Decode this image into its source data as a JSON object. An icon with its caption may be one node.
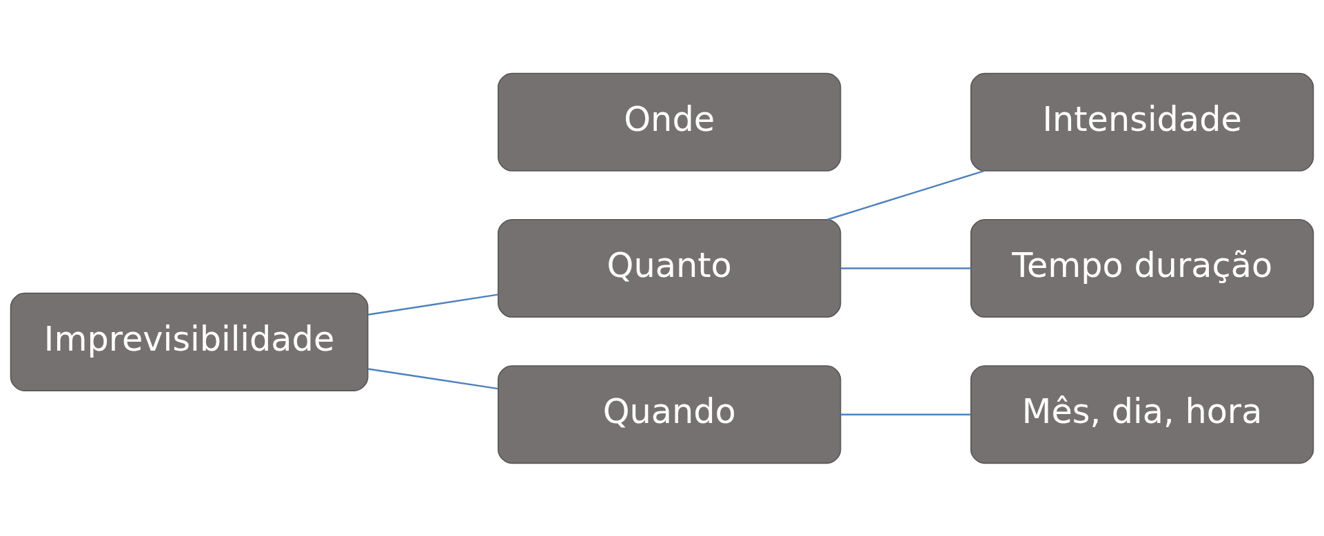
{
  "diagram": {
    "nodes": [
      {
        "text": [
          "Imprevisibilidade"
        ]
      },
      {
        "text": [
          "Quanto"
        ]
      },
      {
        "text": [
          "Quando"
        ]
      },
      {
        "text": [
          "Onde"
        ]
      },
      {
        "text": [
          "Intensidade"
        ]
      },
      {
        "text": [
          "Tempo duração"
        ]
      },
      {
        "text": [
          "Mês, dia, hora"
        ]
      }
    ],
    "edges": [
      {
        "from": 0,
        "to": 1,
        "arrow": "none"
      },
      {
        "from": 0,
        "to": 2,
        "arrow": "none"
      },
      {
        "from": 1,
        "to": 4,
        "arrow": "none"
      },
      {
        "from": 1,
        "to": 5,
        "arrow": "none"
      },
      {
        "from": 2,
        "to": 6,
        "arrow": "none"
      }
    ]
  }
}
